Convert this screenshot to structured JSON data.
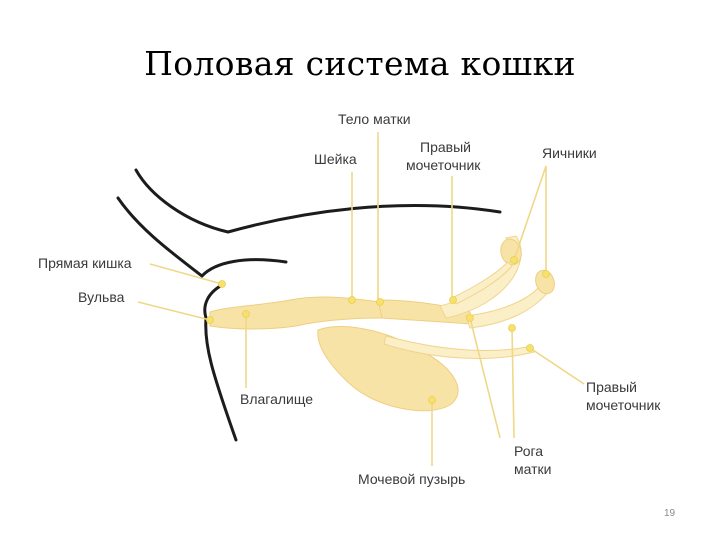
{
  "title": "Половая система кошки",
  "page_number": "19",
  "labels": {
    "telo_matki": "Тело матки",
    "sheyka": "Шейка",
    "pravyy_mochetochnik_top_1": "Правый",
    "pravyy_mochetochnik_top_2": "мочеточник",
    "yaichniki": "Яичники",
    "pryamaya_kishka": "Прямая кишка",
    "vulva": "Вульва",
    "vlagalishche": "Влагалище",
    "mochevoy_puzyr": "Мочевой пузырь",
    "roga_matki_1": "Рога",
    "roga_matki_2": "матки",
    "pravyy_mochetochnik_right_1": "Правый",
    "pravyy_mochetochnik_right_2": "мочеточник"
  },
  "colors": {
    "organ_fill": "#f8e3a6",
    "organ_stroke": "#efcf80",
    "leader_line": "#efd88a",
    "dot": "#f7e16a",
    "body_contour": "#1c1c1c",
    "label_text": "#3a3a3a"
  }
}
